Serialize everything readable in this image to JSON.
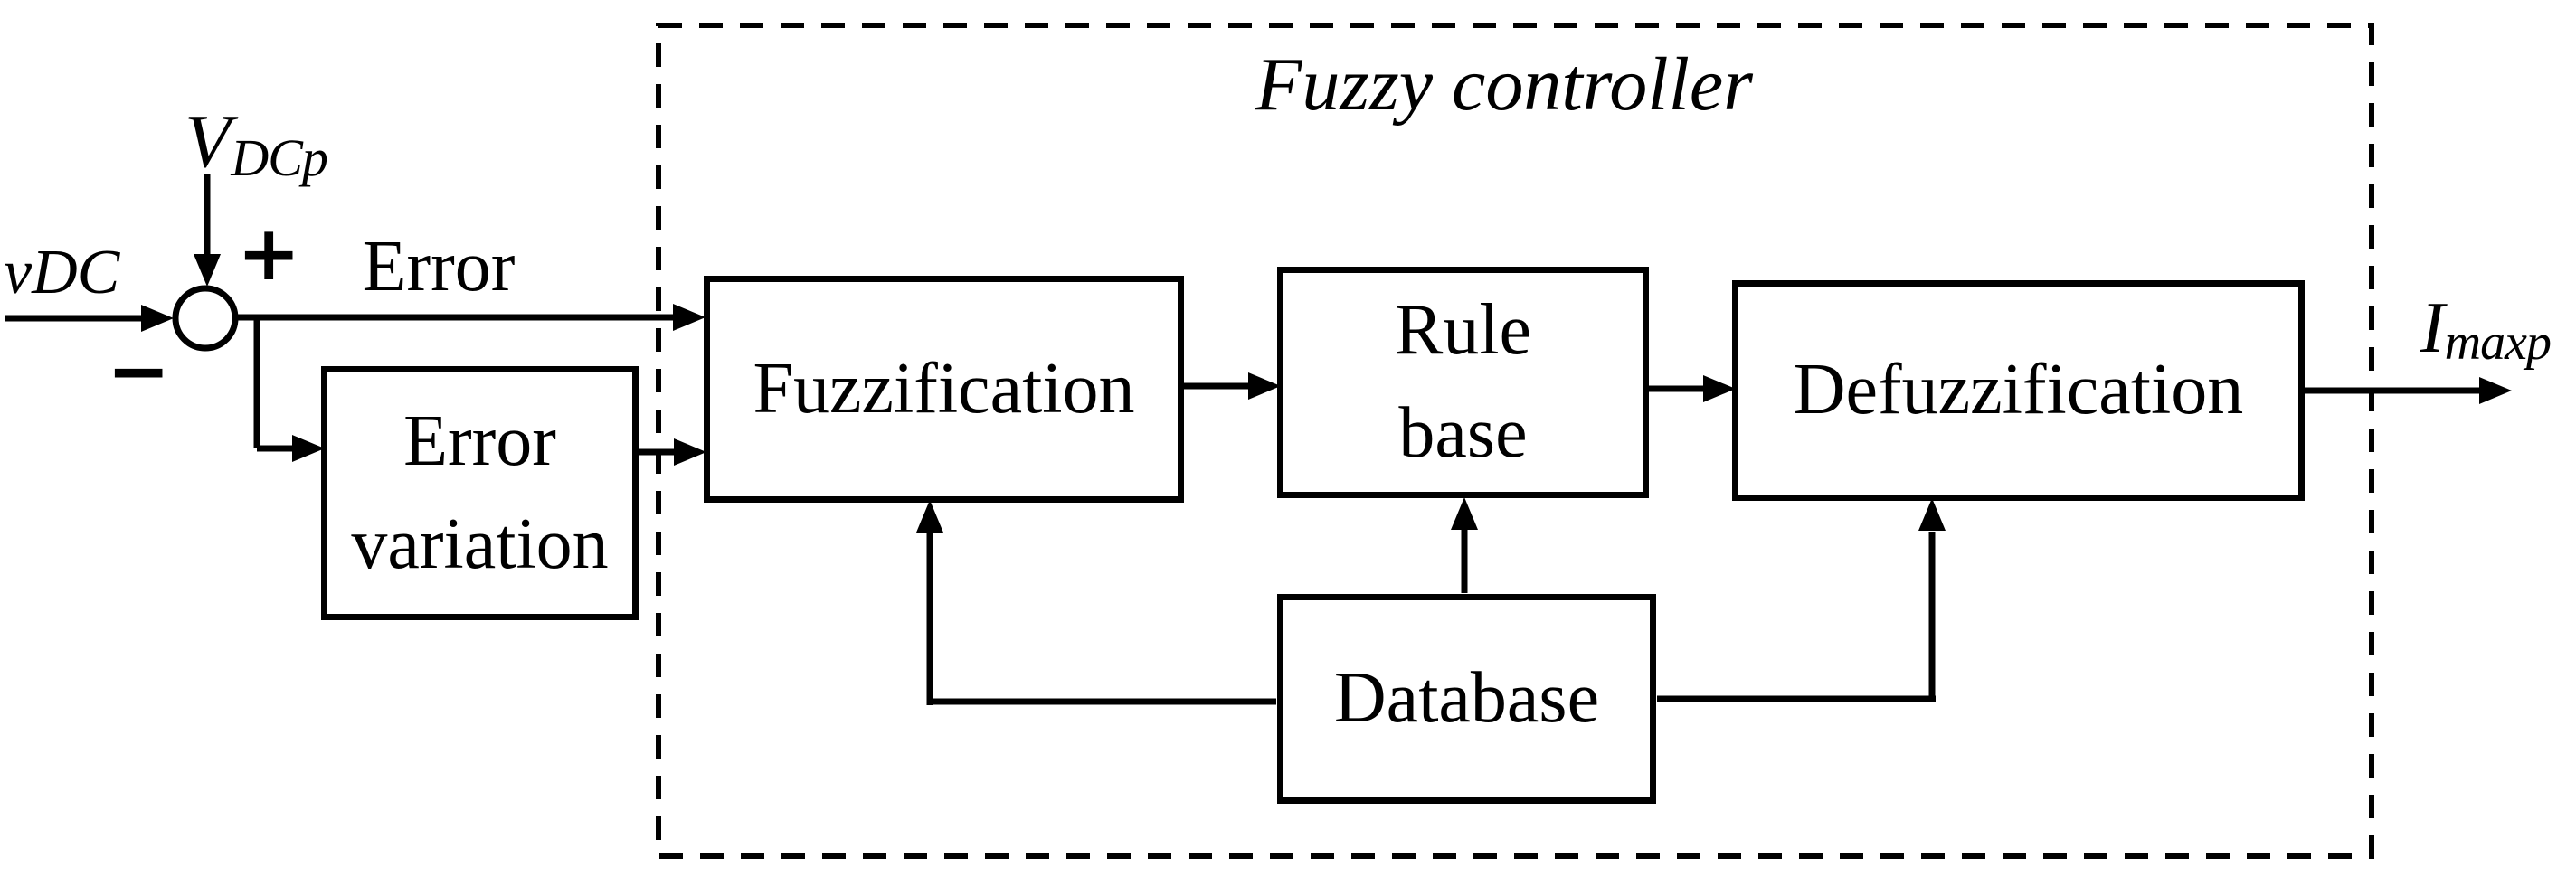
{
  "colors": {
    "ink": "#000000",
    "paper": "#ffffff"
  },
  "title": {
    "text": "Fuzzy controller"
  },
  "signals": {
    "input_label": "vDC",
    "reference_base": "V",
    "reference_sub": "DCp",
    "plus_sign": "+",
    "minus_sign": "−",
    "error_label": "Error",
    "output_base": "I",
    "output_sub": "maxp"
  },
  "blocks": {
    "error_variation_line1": "Error",
    "error_variation_line2": "variation",
    "fuzzification": "Fuzzification",
    "rule_base_line1": "Rule",
    "rule_base_line2": "base",
    "defuzzification": "Defuzzification",
    "database": "Database"
  }
}
